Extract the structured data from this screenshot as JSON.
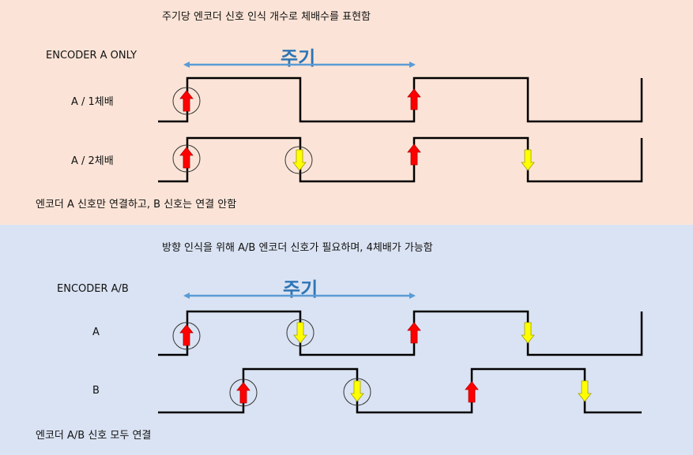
{
  "top": {
    "title": "주기당 엔코더 신호 인식 개수로 체배수를 표현함",
    "encoder_label": "ENCODER A ONLY",
    "period_label": "주기",
    "row1_label": "A / 1체배",
    "row2_label": "A / 2체배",
    "note": "엔코더 A 신호만 연결하고, B 신호는 연결 안함"
  },
  "bottom": {
    "title": "방향 인식을 위해 A/B 엔코더 신호가 필요하며, 4체배가 가능함",
    "encoder_label": "ENCODER A/B",
    "period_label": "주기",
    "rowA_label": "A",
    "rowB_label": "B",
    "note": "엔코더 A/B 신호 모두 연결"
  },
  "colors": {
    "top_bg": "#fbe4d7",
    "bottom_bg": "#dae3f3",
    "rising_arrow": "#ff0000",
    "falling_arrow": "#ffff00",
    "period_arrow": "#5b9bd5",
    "period_text": "#2e75b6"
  }
}
